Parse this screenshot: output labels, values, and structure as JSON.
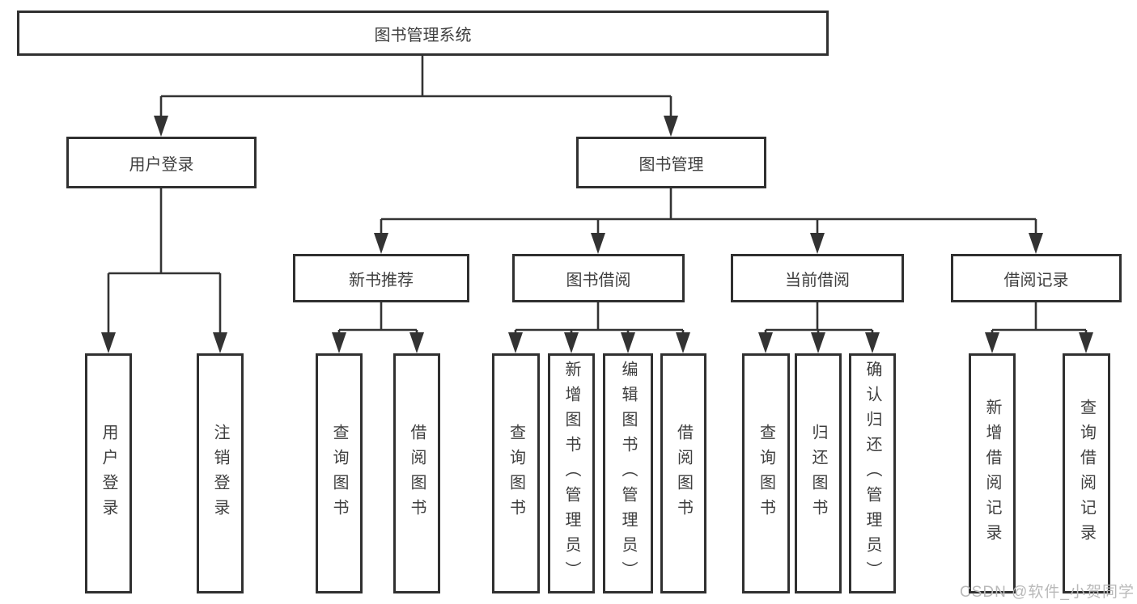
{
  "diagram": {
    "title": "图书管理系统",
    "type": "tree",
    "nodes": [
      {
        "id": "root",
        "label": "图书管理系统",
        "parent": null
      },
      {
        "id": "user-login",
        "label": "用户登录",
        "parent": "root"
      },
      {
        "id": "book-management",
        "label": "图书管理",
        "parent": "root"
      },
      {
        "id": "user-login-leaf",
        "label": "用户登录",
        "parent": "user-login"
      },
      {
        "id": "logout-leaf",
        "label": "注销登录",
        "parent": "user-login"
      },
      {
        "id": "new-book-recommend",
        "label": "新书推荐",
        "parent": "book-management"
      },
      {
        "id": "book-borrowing",
        "label": "图书借阅",
        "parent": "book-management"
      },
      {
        "id": "current-borrowing",
        "label": "当前借阅",
        "parent": "book-management"
      },
      {
        "id": "borrowing-records",
        "label": "借阅记录",
        "parent": "book-management"
      },
      {
        "id": "query-books-1",
        "label": "查询图书",
        "parent": "new-book-recommend"
      },
      {
        "id": "borrow-books-1",
        "label": "借阅图书",
        "parent": "new-book-recommend"
      },
      {
        "id": "query-books-2",
        "label": "查询图书",
        "parent": "book-borrowing"
      },
      {
        "id": "add-books-admin",
        "label": "新增图书（管理员）",
        "parent": "book-borrowing"
      },
      {
        "id": "edit-books-admin",
        "label": "编辑图书（管理员）",
        "parent": "book-borrowing"
      },
      {
        "id": "borrow-books-2",
        "label": "借阅图书",
        "parent": "book-borrowing"
      },
      {
        "id": "query-books-3",
        "label": "查询图书",
        "parent": "current-borrowing"
      },
      {
        "id": "return-books",
        "label": "归还图书",
        "parent": "current-borrowing"
      },
      {
        "id": "confirm-return-admin",
        "label": "确认归还（管理员）",
        "parent": "current-borrowing"
      },
      {
        "id": "add-borrow-record",
        "label": "新增借阅记录",
        "parent": "borrowing-records"
      },
      {
        "id": "query-borrow-record",
        "label": "查询借阅记录",
        "parent": "borrowing-records"
      }
    ]
  },
  "watermark": {
    "text": "CSDN @软件_小贺同学"
  },
  "colors": {
    "background": "#ffffff",
    "box_border": "#303030",
    "connector_line": "#333333",
    "node_text": "#3f3f3f",
    "watermark_text": "#b9b9b9"
  }
}
